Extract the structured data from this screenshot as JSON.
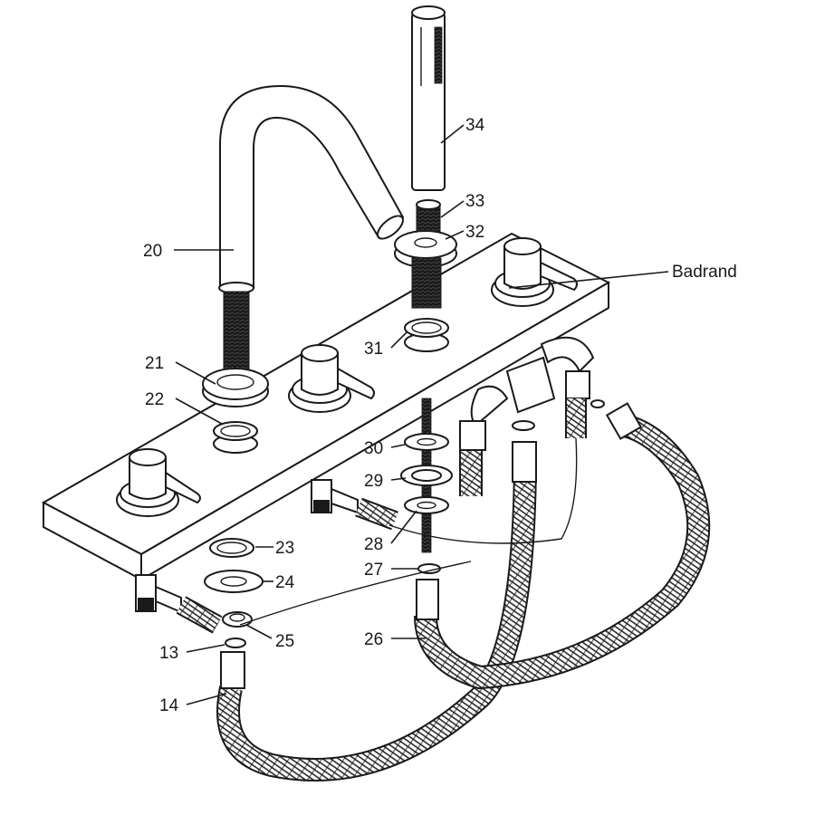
{
  "diagram": {
    "labels": {
      "l20": "20",
      "l21": "21",
      "l22": "22",
      "l23": "23",
      "l24": "24",
      "l25": "25",
      "l13": "13",
      "l14": "14",
      "l26": "26",
      "l27": "27",
      "l28": "28",
      "l29": "29",
      "l30": "30",
      "l31": "31",
      "l32": "32",
      "l33": "33",
      "l34": "34",
      "badrand": "Badrand"
    },
    "colors": {
      "line": "#1a1a1a",
      "background": "#ffffff"
    }
  }
}
